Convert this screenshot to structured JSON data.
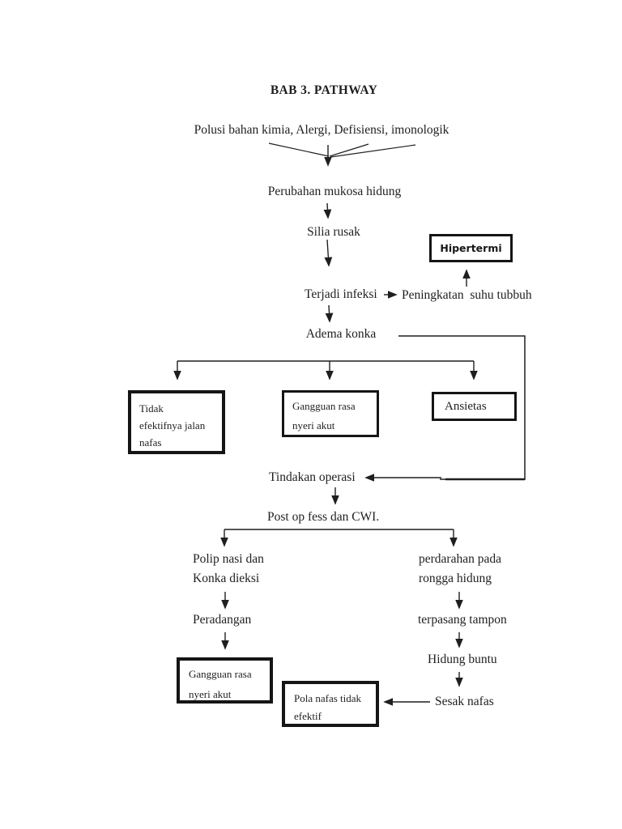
{
  "colors": {
    "page": "#ffffff",
    "ink": "#1f1f1f",
    "box_border": "#151515"
  },
  "document": {
    "title": "BAB 3. PATHWAY"
  },
  "flow_labels": {
    "polusi": "Polusi bahan kimia, Alergi, Defisiensi, imonologik",
    "perubahan_mukosa": "Perubahan mukosa hidung",
    "silia_rusak": "Silia rusak",
    "terjadi_infeksi": "Terjadi infeksi",
    "peningkatan_suhu": "Peningkatan  suhu tubbuh",
    "adema_konka": "Adema konka",
    "tindakan_operasi": "Tindakan operasi",
    "post_op": "Post op fess dan CWI.",
    "polip_nasi_line1": "Polip nasi dan",
    "polip_nasi_line2": "Konka dieksi",
    "peradangan": "Peradangan",
    "perdarahan_line1": "perdarahan pada",
    "perdarahan_line2": "rongga hidung",
    "terpasang_tampon": "terpasang tampon",
    "hidung_buntu": "Hidung buntu",
    "sesak_nafas": "Sesak nafas"
  },
  "diagnosis_boxes": {
    "hipertermi": {
      "label": "Hipertermi"
    },
    "tidak_efektif": {
      "line1": "Tidak",
      "line2": "efektifnya jalan",
      "line3": "nafas"
    },
    "gangguan_nyeri_atas": {
      "line1": "Gangguan rasa",
      "line2": "nyeri akut"
    },
    "ansietas": {
      "label": "Ansietas"
    },
    "gangguan_nyeri_bawah": {
      "line1": "Gangguan rasa",
      "line2": "nyeri akut"
    },
    "pola_nafas": {
      "line1": "Pola nafas tidak",
      "line2": "efektif"
    }
  }
}
